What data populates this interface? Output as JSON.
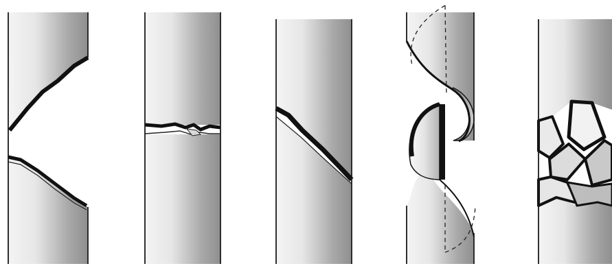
{
  "figure": {
    "panels": [
      {
        "id": "panel-1",
        "fracture_type": "v-shaped-fracture"
      },
      {
        "id": "panel-2",
        "fracture_type": "transverse-fracture"
      },
      {
        "id": "panel-3",
        "fracture_type": "oblique-fracture"
      },
      {
        "id": "panel-4",
        "fracture_type": "spiral-fracture"
      },
      {
        "id": "panel-5",
        "fracture_type": "comminuted-fracture"
      }
    ],
    "colors": {
      "background": "#ffffff",
      "outline": "#1a1a1a",
      "shade_dark": "#8f8f8f",
      "shade_light": "#f4f4f4",
      "crack": "#111111"
    }
  }
}
